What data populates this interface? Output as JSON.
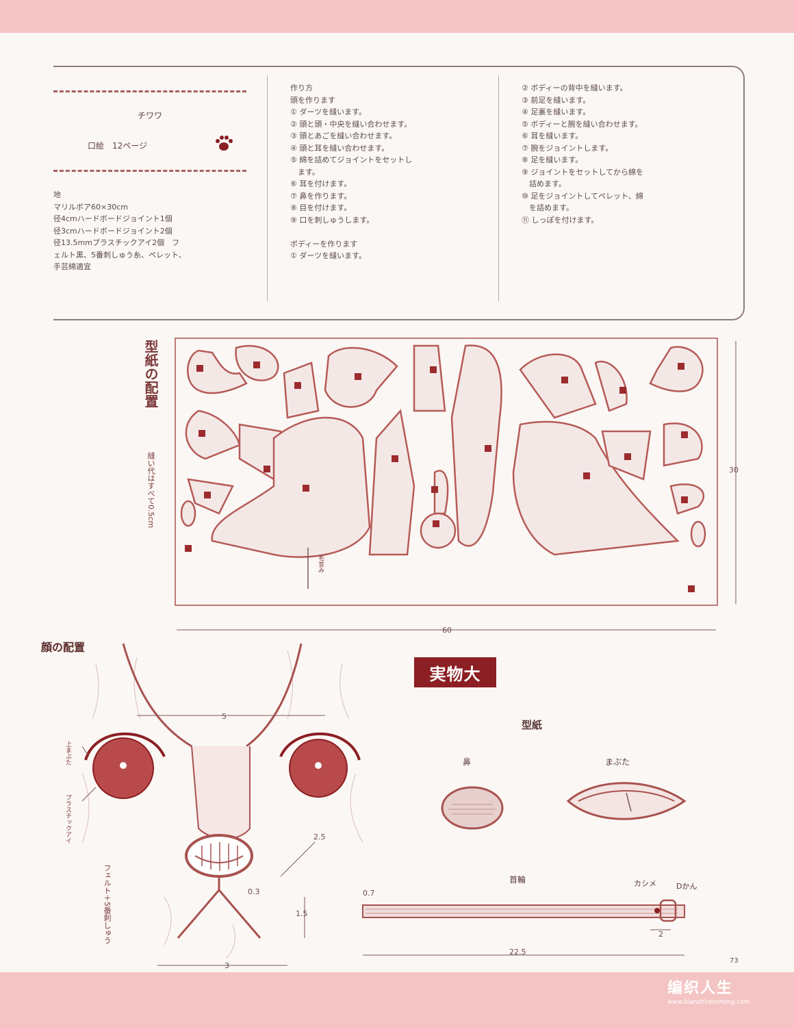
{
  "header": {
    "breed": "チワワ",
    "page_ref": "口絵　12ページ"
  },
  "materials": [
    "地",
    "マリルボア60×30cm",
    "径4cmハードボードジョイント1個",
    "径3cmハードボードジョイント2個",
    "径13.5mmプラスチックアイ2個　フ",
    "ェルト黒、5番刺しゅう糸、ペレット、",
    "手芸綿適宜"
  ],
  "instructions_col2": [
    "作り方",
    "頭を作ります",
    "① ダーツを縫います。",
    "② 頭と頭・中央を縫い合わせます。",
    "③ 頭とあごを縫い合わせます。",
    "④ 頭と耳を縫い合わせます。",
    "⑤ 綿を詰めてジョイントをセットし",
    "　ます。",
    "⑥ 耳を付けます。",
    "⑦ 鼻を作ります。",
    "⑧ 目を付けます。",
    "⑨ 口を刺しゅうします。",
    "",
    "ボディーを作ります",
    "① ダーツを縫います。"
  ],
  "instructions_col3": [
    "② ボディーの背中を縫います。",
    "③ 前足を縫います。",
    "④ 足裏を縫います。",
    "⑤ ボディーと腕を縫い合わせます。",
    "⑥ 耳を縫います。",
    "⑦ 腕をジョイントします。",
    "⑧ 足を縫います。",
    "⑨ ジョイントをセットしてから綿を",
    "　詰めます。",
    "⑩ 足をジョイントしてペレット、綿",
    "　を詰めます。",
    "⑪ しっぽを付けます。"
  ],
  "layout_section": {
    "title": "型紙の配置",
    "note": "縫い代はすべて0.5cm",
    "width_label": "60",
    "height_label": "30",
    "grain_label": "毛並み"
  },
  "face_section": {
    "title": "顔の配置",
    "eye_width": "5",
    "eyelid_label": "上まぶた",
    "eye_label": "プラスチックアイ",
    "mouth_label": "フェルト＋5番刺しゅう",
    "nose_to_eye": "2.5",
    "mouth_offset": "0.3",
    "mouth_height": "1.5",
    "mouth_width": "3"
  },
  "actual_size": {
    "badge": "実物大",
    "pattern_title": "型紙",
    "nose_label": "鼻",
    "eyelid_label": "まぶた",
    "axle_label": "首輪",
    "clasp_label": "カシメ",
    "ring_label": "Dかん",
    "axle_width": "0.7",
    "axle_length": "22.5",
    "axle_end": "2"
  },
  "page_number": "73",
  "watermark": {
    "name": "编织人生",
    "url": "www.bianzhirensheng.com"
  },
  "colors": {
    "band": "#f3c4c3",
    "accent": "#8b1f23",
    "line": "#a8524f"
  }
}
